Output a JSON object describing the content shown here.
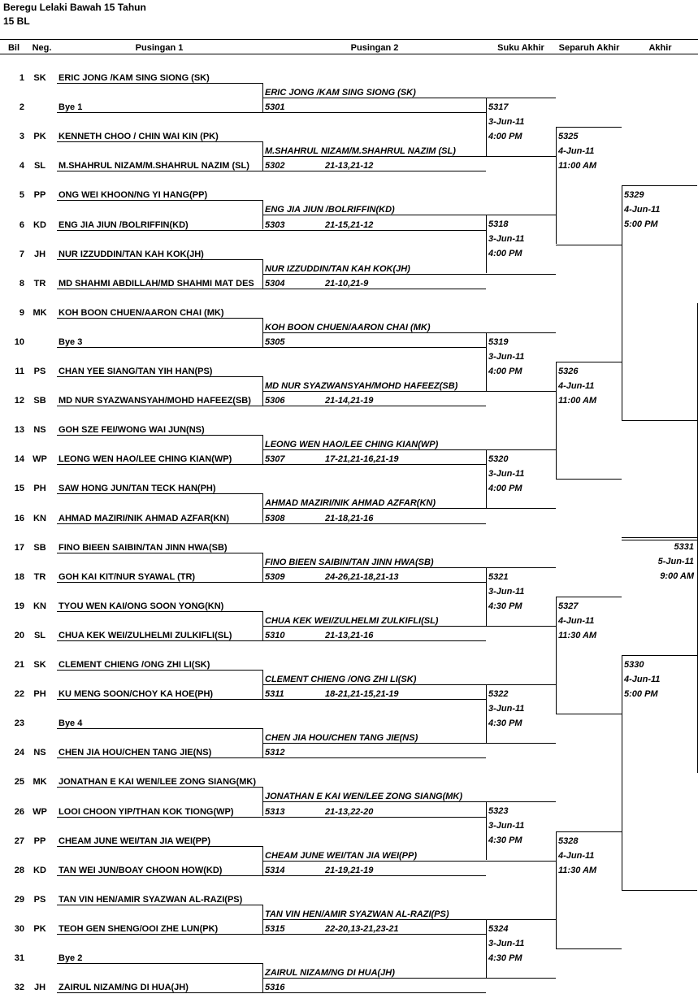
{
  "title": "Beregu  Lelaki Bawah 15 Tahun",
  "subtitle": "15 BL",
  "headers": {
    "bil": "Bil",
    "neg": "Neg.",
    "r1": "Pusingan  1",
    "r2": "Pusingan  2",
    "qf": "Suku Akhir",
    "sf": "Separuh Akhir",
    "final": "Akhir"
  },
  "entries": [
    {
      "bil": "1",
      "neg": "SK",
      "name": "ERIC JONG /KAM SING SIONG (SK)"
    },
    {
      "bil": "2",
      "neg": "",
      "name": "Bye 1"
    },
    {
      "bil": "3",
      "neg": "PK",
      "name": "KENNETH CHOO  / CHIN WAI KIN (PK)"
    },
    {
      "bil": "4",
      "neg": "SL",
      "name": "M.SHAHRUL NIZAM/M.SHAHRUL NAZIM (SL)"
    },
    {
      "bil": "5",
      "neg": "PP",
      "name": "ONG WEI KHOON/NG YI HANG(PP)"
    },
    {
      "bil": "6",
      "neg": "KD",
      "name": "ENG JIA JIUN /BOLRIFFIN(KD)"
    },
    {
      "bil": "7",
      "neg": "JH",
      "name": "NUR IZZUDDIN/TAN KAH KOK(JH)"
    },
    {
      "bil": "8",
      "neg": "TR",
      "name": "MD SHAHMI ABDILLAH/MD SHAHMI MAT DES"
    },
    {
      "bil": "9",
      "neg": "MK",
      "name": "KOH BOON CHUEN/AARON CHAI (MK)"
    },
    {
      "bil": "10",
      "neg": "",
      "name": "Bye 3"
    },
    {
      "bil": "11",
      "neg": "PS",
      "name": "CHAN YEE SIANG/TAN YIH HAN(PS)"
    },
    {
      "bil": "12",
      "neg": "SB",
      "name": "MD NUR SYAZWANSYAH/MOHD HAFEEZ(SB)"
    },
    {
      "bil": "13",
      "neg": "NS",
      "name": "GOH SZE FEI/WONG WAI JUN(NS)"
    },
    {
      "bil": "14",
      "neg": "WP",
      "name": "LEONG WEN HAO/LEE CHING KIAN(WP)"
    },
    {
      "bil": "15",
      "neg": "PH",
      "name": "SAW HONG JUN/TAN TECK HAN(PH)"
    },
    {
      "bil": "16",
      "neg": "KN",
      "name": "AHMAD MAZIRI/NIK AHMAD AZFAR(KN)"
    },
    {
      "bil": "17",
      "neg": "SB",
      "name": "FINO BIEEN SAIBIN/TAN JINN HWA(SB)"
    },
    {
      "bil": "18",
      "neg": "TR",
      "name": "GOH KAI KIT/NUR SYAWAL (TR)"
    },
    {
      "bil": "19",
      "neg": "KN",
      "name": "TYOU WEN KAI/ONG SOON YONG(KN)"
    },
    {
      "bil": "20",
      "neg": "SL",
      "name": "CHUA KEK WEI/ZULHELMI ZULKIFLI(SL)"
    },
    {
      "bil": "21",
      "neg": "SK",
      "name": "CLEMENT CHIENG  /ONG ZHI LI(SK)"
    },
    {
      "bil": "22",
      "neg": "PH",
      "name": "KU MENG SOON/CHOY KA HOE(PH)"
    },
    {
      "bil": "23",
      "neg": "",
      "name": "Bye 4"
    },
    {
      "bil": "24",
      "neg": "NS",
      "name": "CHEN JIA HOU/CHEN TANG JIE(NS)"
    },
    {
      "bil": "25",
      "neg": "MK",
      "name": "JONATHAN E KAI WEN/LEE ZONG SIANG(MK)"
    },
    {
      "bil": "26",
      "neg": "WP",
      "name": "LOOI CHOON YIP/THAN KOK TIONG(WP)"
    },
    {
      "bil": "27",
      "neg": "PP",
      "name": "CHEAM JUNE WEI/TAN JIA WEI(PP)"
    },
    {
      "bil": "28",
      "neg": "KD",
      "name": "TAN WEI JUN/BOAY CHOON HOW(KD)"
    },
    {
      "bil": "29",
      "neg": "PS",
      "name": "TAN VIN HEN/AMIR SYAZWAN AL-RAZI(PS)"
    },
    {
      "bil": "30",
      "neg": "PK",
      "name": "TEOH GEN SHENG/OOI ZHE LUN(PK)"
    },
    {
      "bil": "31",
      "neg": "",
      "name": "Bye 2"
    },
    {
      "bil": "32",
      "neg": "JH",
      "name": "ZAIRUL NIZAM/NG DI HUA(JH)"
    }
  ],
  "round2": [
    {
      "winner": "ERIC JONG /KAM SING SIONG (SK)",
      "match": "5301",
      "score": ""
    },
    {
      "winner": "M.SHAHRUL NIZAM/M.SHAHRUL NAZIM (SL)",
      "match": "5302",
      "score": "21-13,21-12"
    },
    {
      "winner": "ENG JIA JIUN /BOLRIFFIN(KD)",
      "match": "5303",
      "score": "21-15,21-12"
    },
    {
      "winner": "NUR IZZUDDIN/TAN KAH KOK(JH)",
      "match": "5304",
      "score": "21-10,21-9"
    },
    {
      "winner": "KOH BOON CHUEN/AARON CHAI (MK)",
      "match": "5305",
      "score": ""
    },
    {
      "winner": "MD NUR SYAZWANSYAH/MOHD HAFEEZ(SB)",
      "match": "5306",
      "score": "21-14,21-19"
    },
    {
      "winner": "LEONG WEN HAO/LEE CHING KIAN(WP)",
      "match": "5307",
      "score": "17-21,21-16,21-19"
    },
    {
      "winner": "AHMAD MAZIRI/NIK AHMAD AZFAR(KN)",
      "match": "5308",
      "score": "21-18,21-16"
    },
    {
      "winner": "FINO BIEEN SAIBIN/TAN JINN HWA(SB)",
      "match": "5309",
      "score": "24-26,21-18,21-13"
    },
    {
      "winner": "CHUA KEK WEI/ZULHELMI ZULKIFLI(SL)",
      "match": "5310",
      "score": "21-13,21-16"
    },
    {
      "winner": "CLEMENT CHIENG  /ONG ZHI LI(SK)",
      "match": "5311",
      "score": "18-21,21-15,21-19"
    },
    {
      "winner": "CHEN JIA HOU/CHEN TANG JIE(NS)",
      "match": "5312",
      "score": ""
    },
    {
      "winner": "JONATHAN E KAI WEN/LEE ZONG SIANG(MK)",
      "match": "5313",
      "score": "21-13,22-20"
    },
    {
      "winner": "CHEAM JUNE WEI/TAN JIA WEI(PP)",
      "match": "5314",
      "score": "21-19,21-19"
    },
    {
      "winner": "TAN VIN HEN/AMIR SYAZWAN AL-RAZI(PS)",
      "match": "5315",
      "score": "22-20,13-21,23-21"
    },
    {
      "winner": "ZAIRUL NIZAM/NG DI HUA(JH)",
      "match": "5316",
      "score": ""
    }
  ],
  "qf": [
    {
      "match": "5317",
      "date": "3-Jun-11",
      "time": "4:00 PM"
    },
    {
      "match": "5318",
      "date": "3-Jun-11",
      "time": "4:00 PM"
    },
    {
      "match": "5319",
      "date": "3-Jun-11",
      "time": "4:00 PM"
    },
    {
      "match": "5320",
      "date": "3-Jun-11",
      "time": "4:00 PM"
    },
    {
      "match": "5321",
      "date": "3-Jun-11",
      "time": "4:30 PM"
    },
    {
      "match": "5322",
      "date": "3-Jun-11",
      "time": "4:30 PM"
    },
    {
      "match": "5323",
      "date": "3-Jun-11",
      "time": "4:30 PM"
    },
    {
      "match": "5324",
      "date": "3-Jun-11",
      "time": "4:30 PM"
    }
  ],
  "sf": [
    {
      "match": "5325",
      "date": "4-Jun-11",
      "time": "11:00 AM"
    },
    {
      "match": "5326",
      "date": "4-Jun-11",
      "time": "11:00 AM"
    },
    {
      "match": "5327",
      "date": "4-Jun-11",
      "time": "11:30 AM"
    },
    {
      "match": "5328",
      "date": "4-Jun-11",
      "time": "11:30 AM"
    }
  ],
  "semi2": [
    {
      "match": "5329",
      "date": "4-Jun-11",
      "time": "5:00 PM"
    },
    {
      "match": "5330",
      "date": "4-Jun-11",
      "time": "5:00 PM"
    }
  ],
  "final": {
    "match": "5331",
    "date": "5-Jun-11",
    "time": "9:00 AM"
  }
}
